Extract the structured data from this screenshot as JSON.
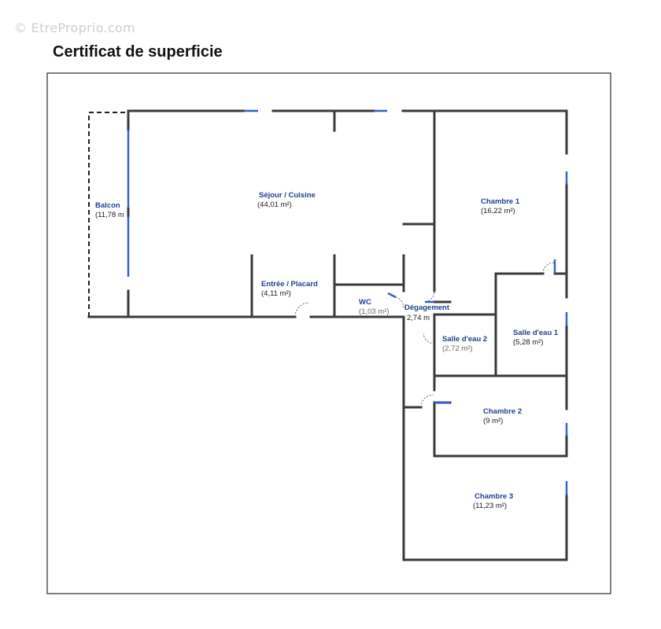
{
  "header": {
    "watermark": "© EtreProprio.com",
    "title": "Certificat de superficie"
  },
  "rooms": [
    {
      "id": "balcon",
      "name": "Balcon",
      "area": "(11,78 m"
    },
    {
      "id": "sejour",
      "name": "Séjour / Cuisine",
      "area": "(44,01 m²)"
    },
    {
      "id": "chambre1",
      "name": "Chambre 1",
      "area": "(16,22 m²)"
    },
    {
      "id": "entree",
      "name": "Entrée / Placard",
      "area": "(4,11 m²)"
    },
    {
      "id": "wc",
      "name": "WC",
      "area": "(1,03 m²)"
    },
    {
      "id": "degagement",
      "name": "Dégagement",
      "area": "2,74 m"
    },
    {
      "id": "salle_eau_2",
      "name": "Salle d'eau 2",
      "area": "(2,72 m²)"
    },
    {
      "id": "salle_eau_1",
      "name": "Salle d'eau 1",
      "area": "(5,28 m²)"
    },
    {
      "id": "chambre2",
      "name": "Chambre 2",
      "area": "(9 m²)"
    },
    {
      "id": "chambre3",
      "name": "Chambre 3",
      "area": "(11,23 m²)"
    }
  ],
  "colors": {
    "wall": "#3a3a3a",
    "window": "#2f5fc8",
    "label": "#1f3f8f"
  }
}
